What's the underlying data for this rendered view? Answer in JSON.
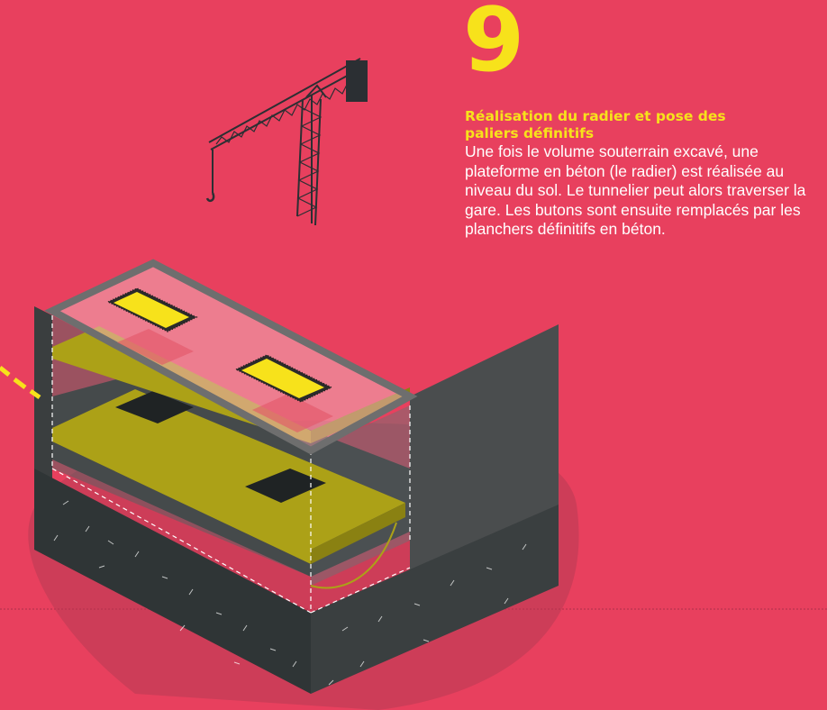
{
  "step": {
    "number": "9",
    "title": "Réalisation du radier et pose des paliers définitifs",
    "description": "Une fois le volume souterrain excavé, une plateforme en béton (le radier) est réalisée au niveau du sol. Le tunnelier peut alors traverser la gare. Les butons sont ensuite remplacés par les planchers définitifs en béton."
  },
  "colors": {
    "background": "#e8405e",
    "accent_yellow": "#f7e21b",
    "slab_olive": "#aca117",
    "soil_dark": "#2f3536",
    "wall_grey": "#4a4d4e"
  },
  "icons": [
    "tower-crane-icon",
    "station-box-illustration",
    "tunnel-path-dashes"
  ]
}
